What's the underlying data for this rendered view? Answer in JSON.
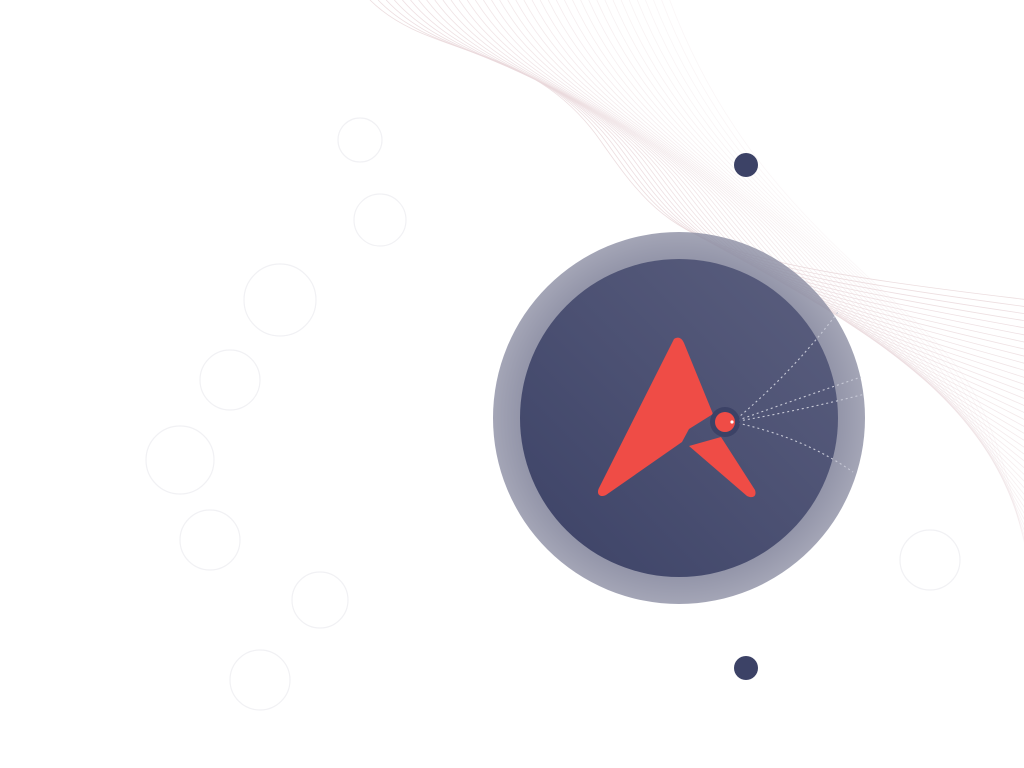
{
  "colors": {
    "background": "#ffffff",
    "navy": "#3c4266",
    "navy_light": "#5b5f7f",
    "halo": "#8d8fa4",
    "accent_red": "#ef4c46",
    "contour_line": "#ead9dc",
    "faint_circles": "#f1f1f4"
  },
  "icons": {
    "top_dot": "navy-dot",
    "bottom_dot": "navy-dot",
    "logo": "red-arrow-logo",
    "node": "red-node-dot"
  }
}
